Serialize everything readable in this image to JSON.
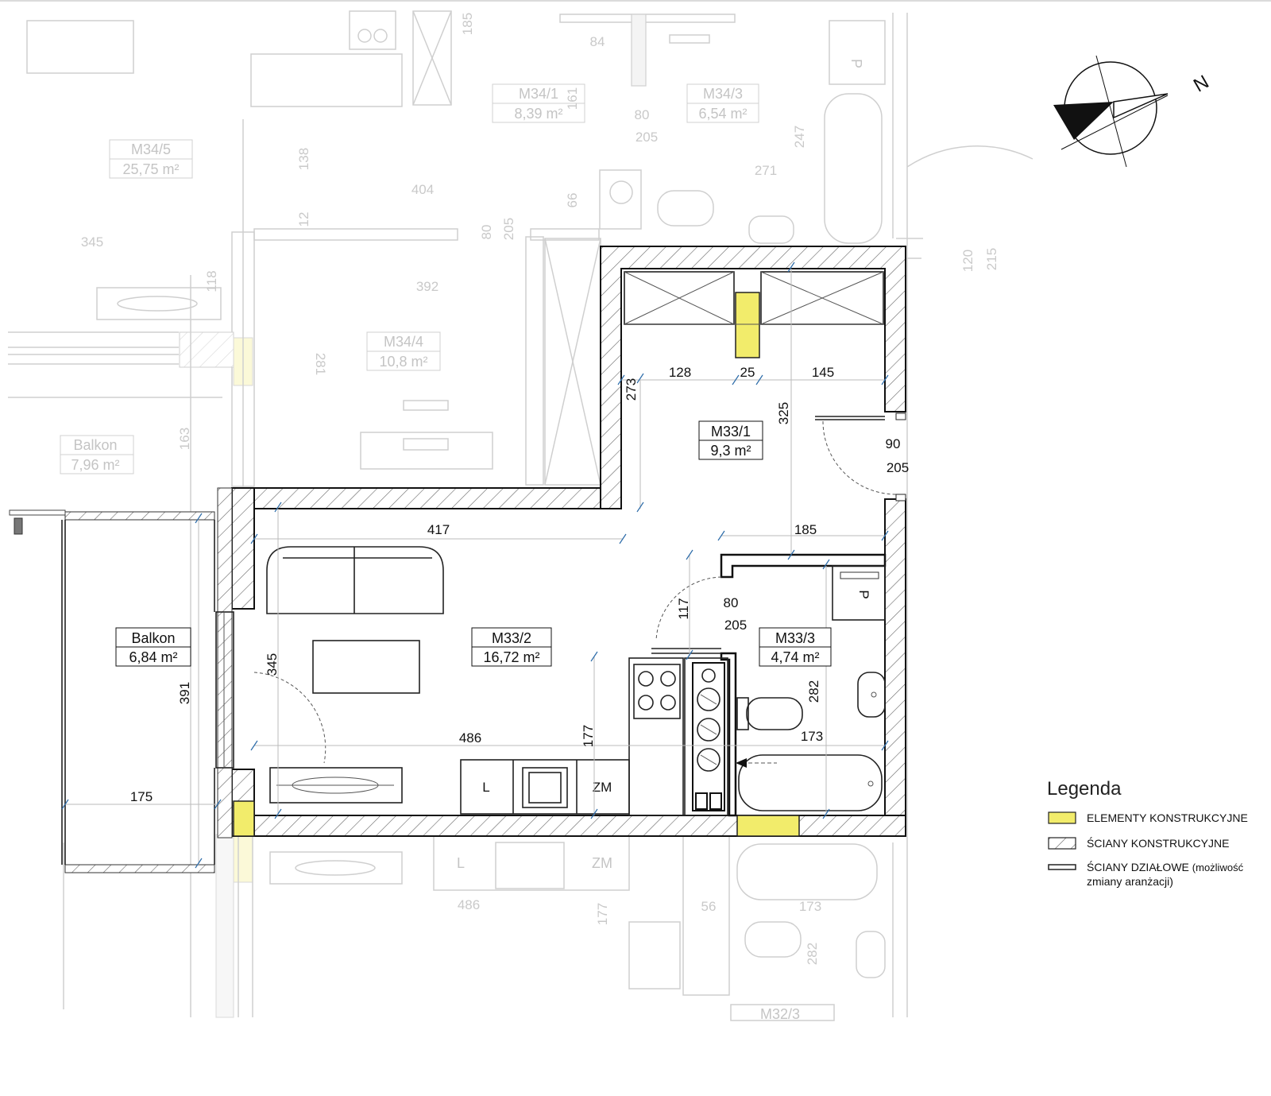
{
  "rooms": [
    {
      "id": "M33/1",
      "area": "9,3 m²"
    },
    {
      "id": "M33/2",
      "area": "16,72 m²"
    },
    {
      "id": "M33/3",
      "area": "4,74 m²"
    },
    {
      "id": "Balkon",
      "area": "6,84 m²"
    }
  ],
  "neighbor_rooms": [
    {
      "id": "M34/1",
      "area": "8,39 m²"
    },
    {
      "id": "M34/3",
      "area": "6,54 m²"
    },
    {
      "id": "M34/5",
      "area": "25,75 m²"
    },
    {
      "id": "M34/4",
      "area": "10,8 m²"
    },
    {
      "id": "Balkon",
      "area": "7,96 m²"
    },
    {
      "id": "M32/3",
      "area": ""
    }
  ],
  "dimensions": {
    "d128": "128",
    "d25": "25",
    "d145": "145",
    "d273": "273",
    "d325": "325",
    "d90": "90",
    "d205a": "205",
    "d417": "417",
    "d185": "185",
    "d117": "117",
    "d80": "80",
    "d205b": "205",
    "d345": "345",
    "d282": "282",
    "d173": "173",
    "d486": "486",
    "d177": "177",
    "d391": "391",
    "d175": "175"
  },
  "neighbor_dimensions": {
    "g185": "185",
    "g84": "84",
    "g161": "161",
    "g80a": "80",
    "g205a": "205",
    "g138": "138",
    "g247": "247",
    "g271": "271",
    "g404": "404",
    "g66": "66",
    "g12": "12",
    "g80b": "80",
    "g205b": "205",
    "g345": "345",
    "g392": "392",
    "g118": "118",
    "g281": "281",
    "g163": "163",
    "g120": "120",
    "g215": "215",
    "g486": "486",
    "g177": "177",
    "g56": "56",
    "g173": "173",
    "g282": "282"
  },
  "fixtures": {
    "fridge": "L",
    "freezer": "ZM",
    "washer": "P",
    "ghost_fridge": "L",
    "ghost_freezer": "ZM",
    "ghost_washer": "P"
  },
  "compass": {
    "north": "N"
  },
  "legend": {
    "title": "Legenda",
    "items": [
      {
        "label": "ELEMENTY KONSTRUKCYJNE",
        "color": "#f2ec6b"
      },
      {
        "label": "ŚCIANY KONSTRUKCYJNE"
      },
      {
        "label": "ŚCIANY DZIAŁOWE",
        "note": "(możliwość",
        "note2": "zmiany aranżacji)"
      }
    ]
  }
}
